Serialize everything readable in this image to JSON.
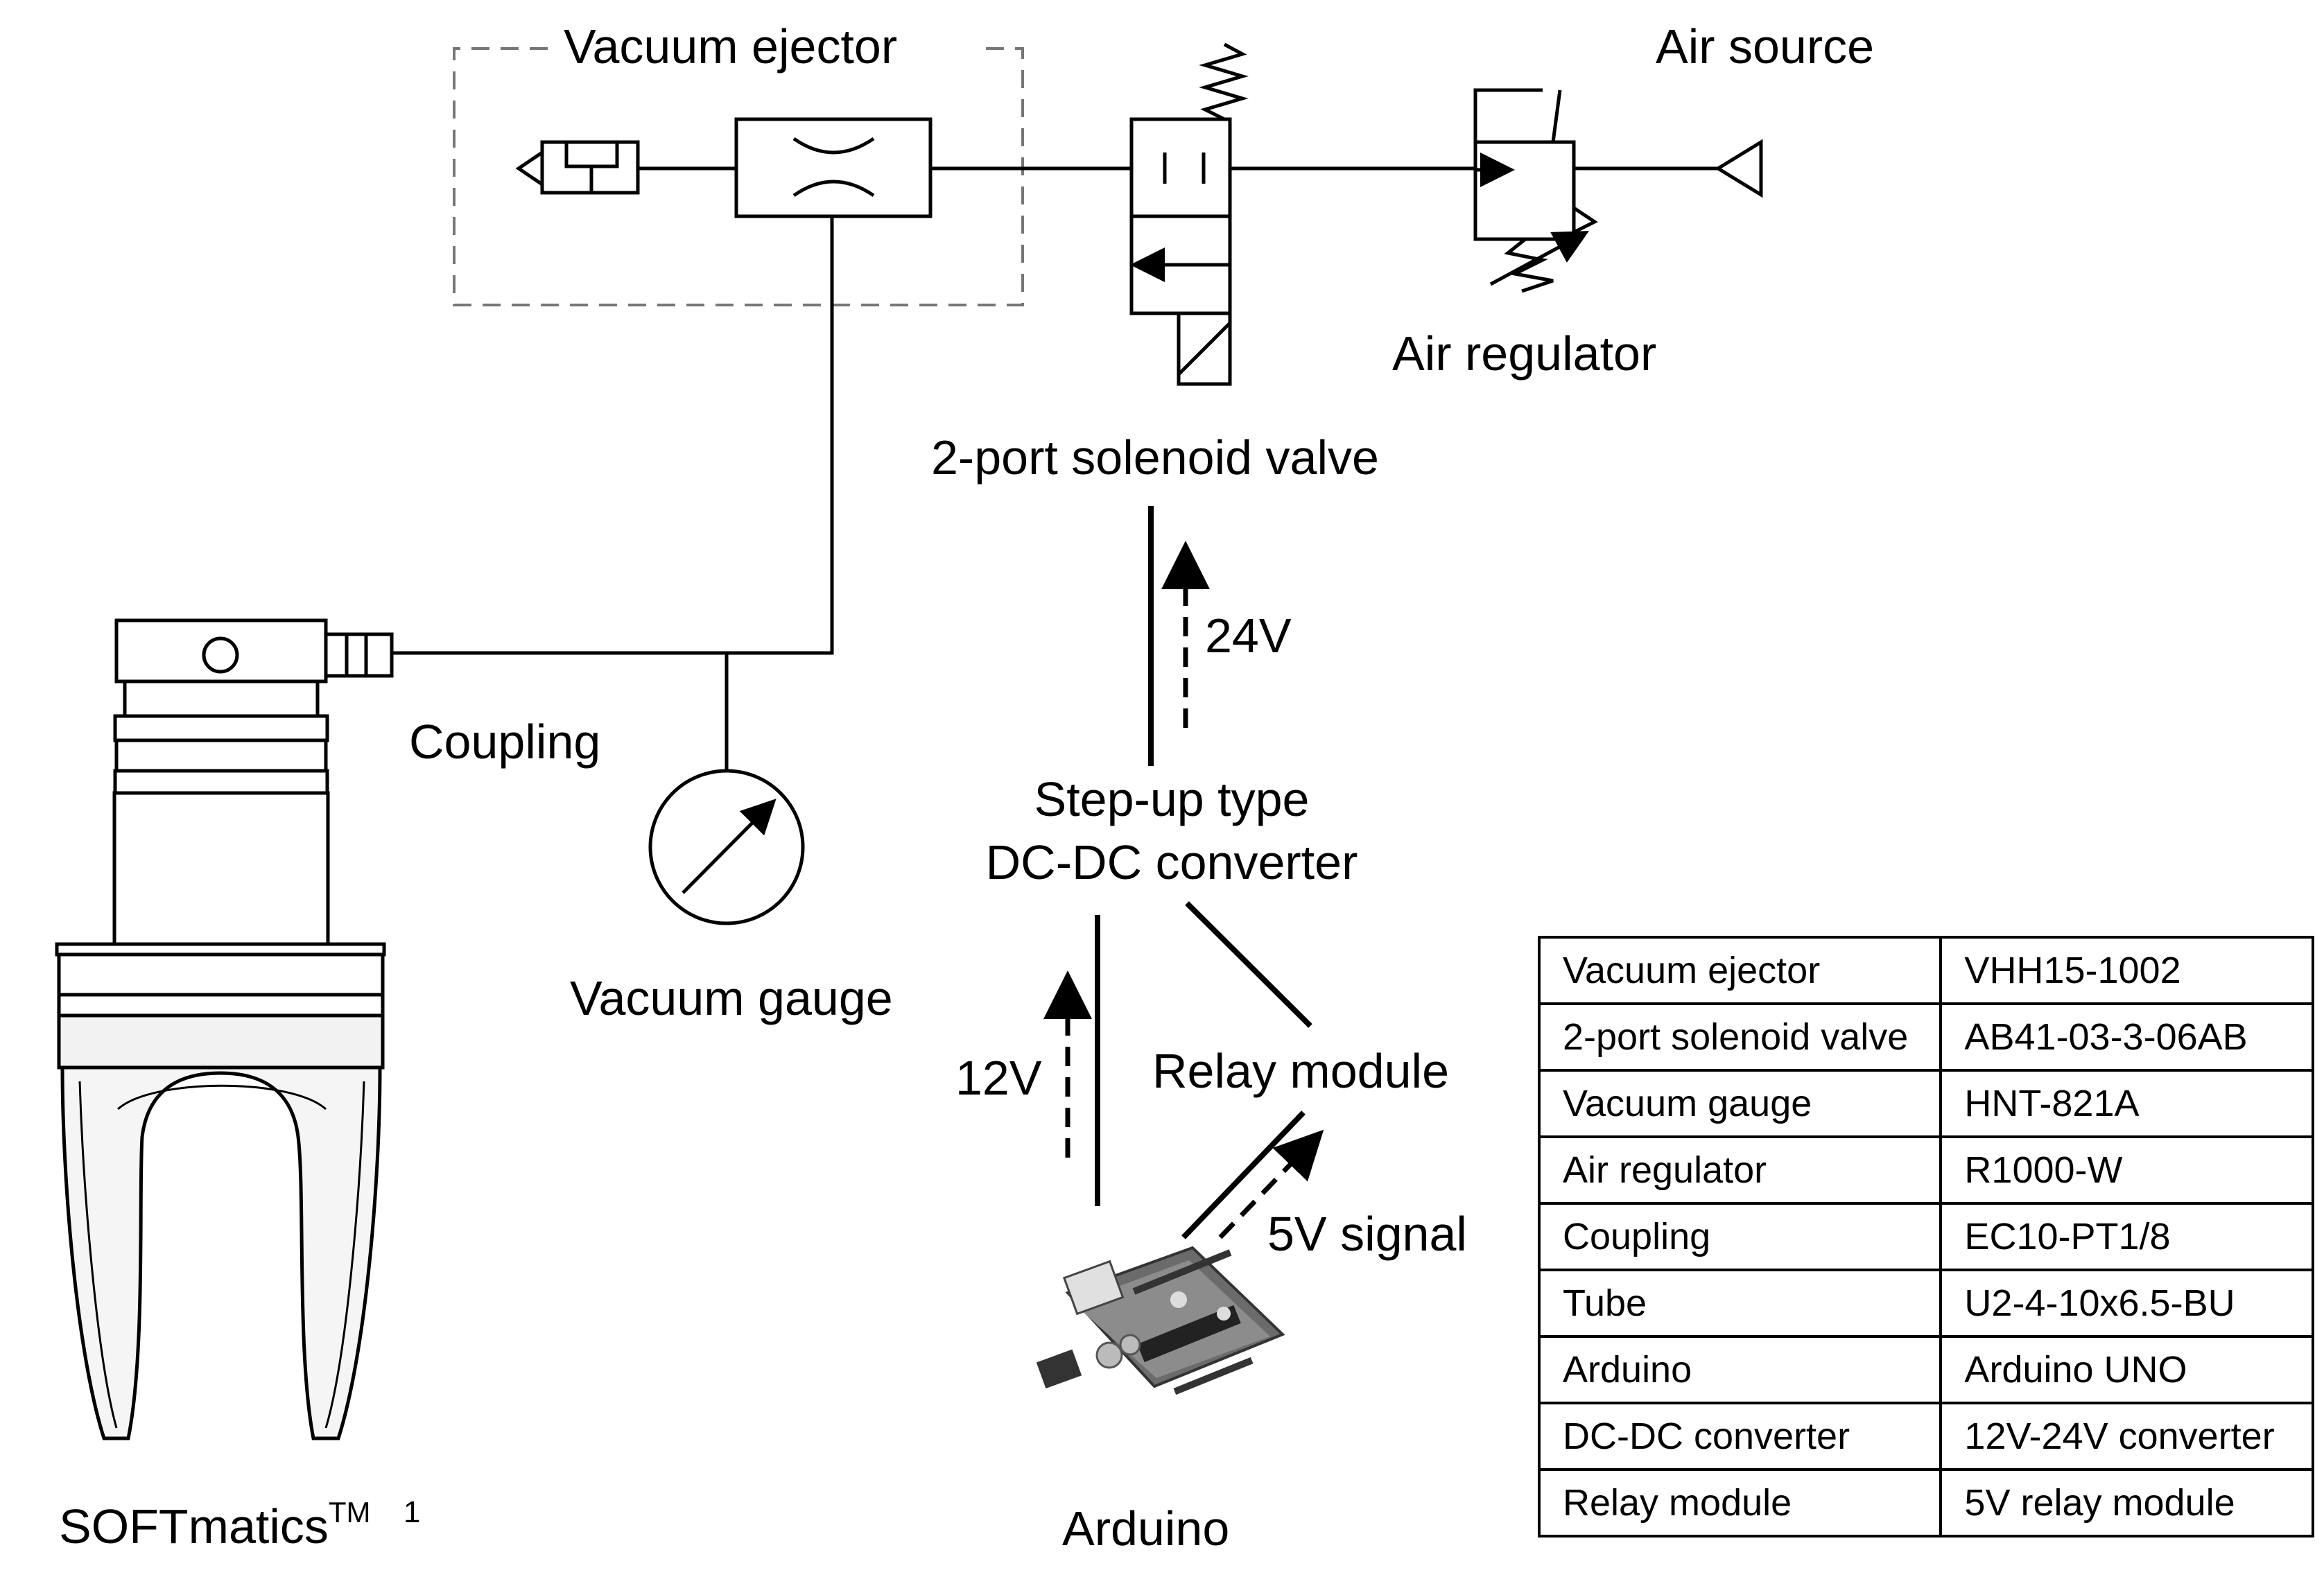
{
  "labels": {
    "vacuum_ejector": "Vacuum ejector",
    "air_source": "Air source",
    "air_regulator": "Air regulator",
    "solenoid_valve": "2-port solenoid valve",
    "coupling": "Coupling",
    "vacuum_gauge": "Vacuum gauge",
    "dcdc_line1": "Step-up type",
    "dcdc_line2": "DC-DC converter",
    "relay_module": "Relay module",
    "arduino": "Arduino",
    "gripper_name": "SOFTmatics",
    "gripper_tm": "TM",
    "gripper_ref": "1"
  },
  "signals": {
    "v24": "24V",
    "v12": "12V",
    "v5": "5V signal"
  },
  "parts_table": [
    {
      "component": "Vacuum ejector",
      "model": "VHH15-1002"
    },
    {
      "component": "2-port solenoid valve",
      "model": "AB41-03-3-06AB"
    },
    {
      "component": "Vacuum gauge",
      "model": "HNT-821A"
    },
    {
      "component": "Air regulator",
      "model": "R1000-W"
    },
    {
      "component": "Coupling",
      "model": "EC10-PT1/8"
    },
    {
      "component": "Tube",
      "model": "U2-4-10x6.5-BU"
    },
    {
      "component": "Arduino",
      "model": "Arduino UNO"
    },
    {
      "component": "DC-DC converter",
      "model": "12V-24V converter"
    },
    {
      "component": "Relay module",
      "model": "5V relay module"
    }
  ]
}
